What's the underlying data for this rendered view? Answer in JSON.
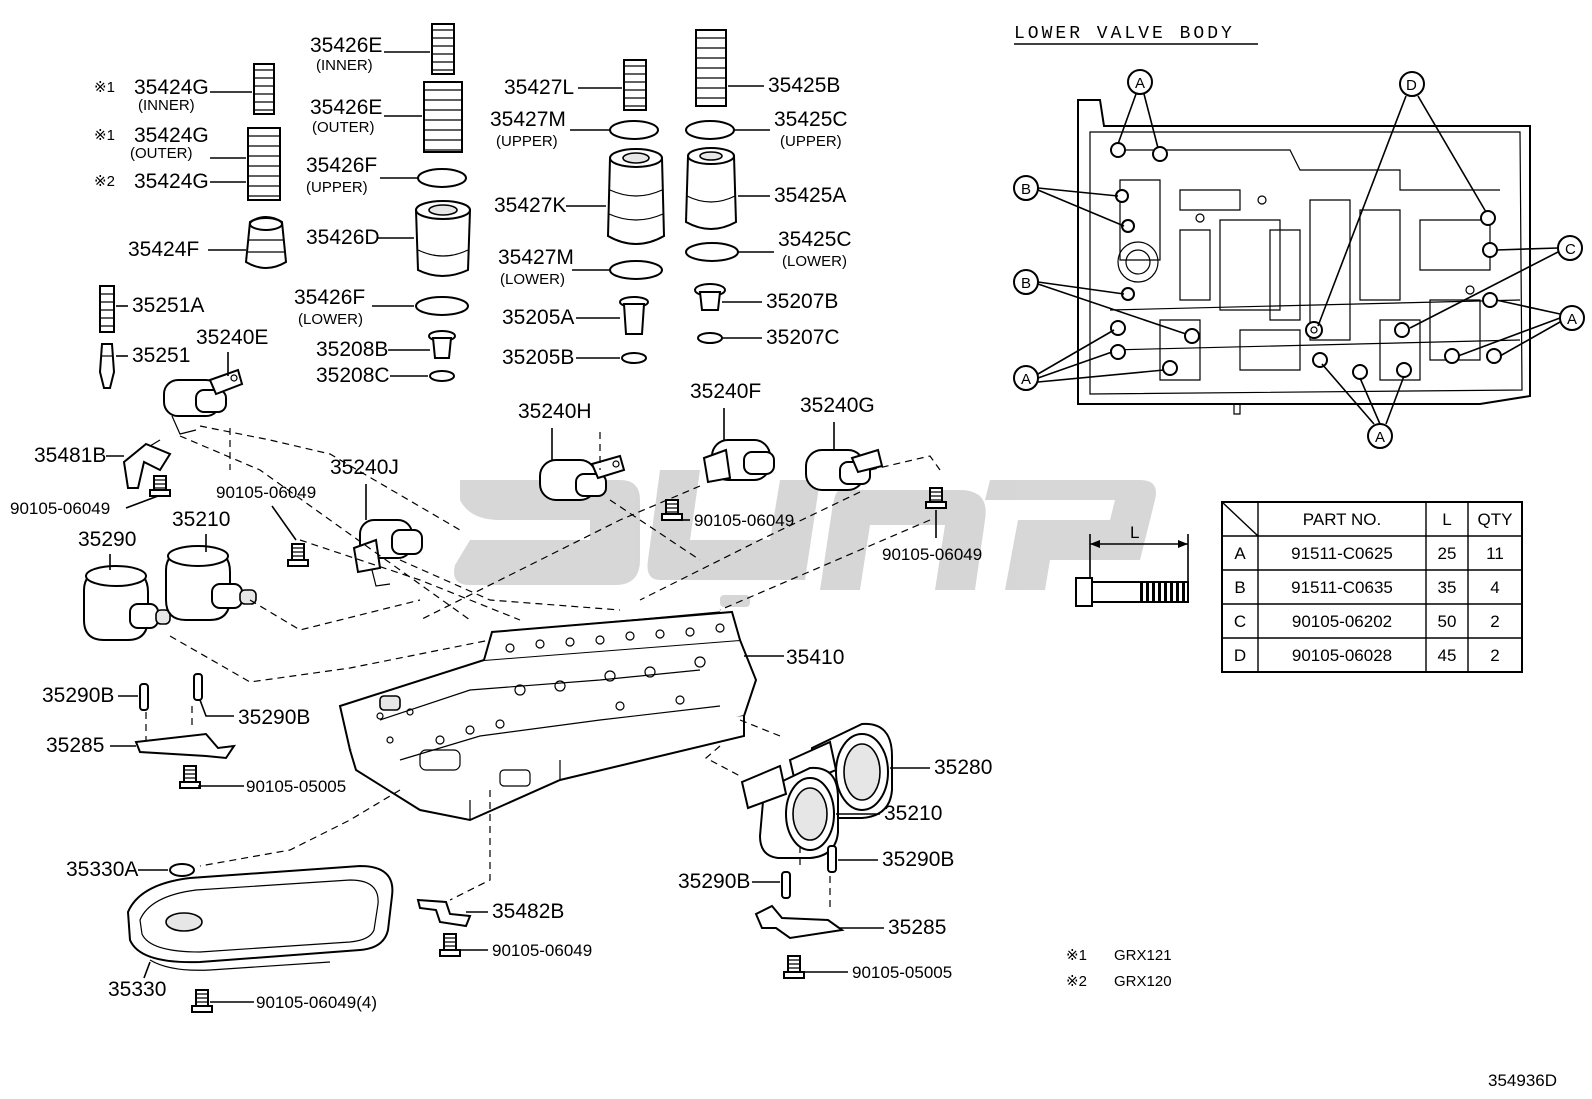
{
  "body_title": "LOWER VALVE BODY",
  "parts": {
    "p35424G_inner": {
      "code": "35424G",
      "marker": "※1",
      "note": "(INNER)"
    },
    "p35424G_outer": {
      "code": "35424G",
      "marker": "※1",
      "note": "(OUTER)"
    },
    "p35424G_2": {
      "code": "35424G",
      "marker": "※2"
    },
    "p35424F": {
      "code": "35424F"
    },
    "p35251A": {
      "code": "35251A"
    },
    "p35251": {
      "code": "35251"
    },
    "p35240E": {
      "code": "35240E"
    },
    "p35481B": {
      "code": "35481B"
    },
    "b90105_06049_a": {
      "code": "90105-06049"
    },
    "b90105_06049_b": {
      "code": "90105-06049"
    },
    "p35240J": {
      "code": "35240J"
    },
    "p35290": {
      "code": "35290"
    },
    "p35210_a": {
      "code": "35210"
    },
    "p35290B_a": {
      "code": "35290B"
    },
    "p35290B_b": {
      "code": "35290B"
    },
    "p35285_a": {
      "code": "35285"
    },
    "b90105_05005_a": {
      "code": "90105-05005"
    },
    "p35330A": {
      "code": "35330A"
    },
    "p35330": {
      "code": "35330"
    },
    "b90105_06049_4": {
      "code": "90105-06049(4)"
    },
    "p35482B": {
      "code": "35482B"
    },
    "b90105_06049_c": {
      "code": "90105-06049"
    },
    "p35426E_inner": {
      "code": "35426E",
      "note": "(INNER)"
    },
    "p35426E_outer": {
      "code": "35426E",
      "note": "(OUTER)"
    },
    "p35426F_upper": {
      "code": "35426F",
      "note": "(UPPER)"
    },
    "p35426D": {
      "code": "35426D"
    },
    "p35426F_lower": {
      "code": "35426F",
      "note": "(LOWER)"
    },
    "p35208B": {
      "code": "35208B"
    },
    "p35208C": {
      "code": "35208C"
    },
    "p35427L": {
      "code": "35427L"
    },
    "p35427M_upper": {
      "code": "35427M",
      "note": "(UPPER)"
    },
    "p35427K": {
      "code": "35427K"
    },
    "p35427M_lower": {
      "code": "35427M",
      "note": "(LOWER)"
    },
    "p35205A": {
      "code": "35205A"
    },
    "p35205B": {
      "code": "35205B"
    },
    "p35425B": {
      "code": "35425B"
    },
    "p35425C_upper": {
      "code": "35425C",
      "note": "(UPPER)"
    },
    "p35425A": {
      "code": "35425A"
    },
    "p35425C_lower": {
      "code": "35425C",
      "note": "(LOWER)"
    },
    "p35207B": {
      "code": "35207B"
    },
    "p35207C": {
      "code": "35207C"
    },
    "p35240H": {
      "code": "35240H"
    },
    "p35240F": {
      "code": "35240F"
    },
    "p35240G": {
      "code": "35240G"
    },
    "b90105_06049_d": {
      "code": "90105-06049"
    },
    "b90105_06049_e": {
      "code": "90105-06049"
    },
    "p35410": {
      "code": "35410"
    },
    "p35280": {
      "code": "35280"
    },
    "p35210_b": {
      "code": "35210"
    },
    "p35290B_c": {
      "code": "35290B"
    },
    "p35290B_d": {
      "code": "35290B"
    },
    "p35285_b": {
      "code": "35285"
    },
    "b90105_05005_b": {
      "code": "90105-05005"
    }
  },
  "callouts": [
    "A",
    "B",
    "C",
    "D"
  ],
  "dimension_label": "L",
  "bolt_table": {
    "headers": [
      "",
      "PART NO.",
      "L",
      "QTY"
    ],
    "rows": [
      [
        "A",
        "91511-C0625",
        "25",
        "11"
      ],
      [
        "B",
        "91511-C0635",
        "35",
        "4"
      ],
      [
        "C",
        "90105-06202",
        "50",
        "2"
      ],
      [
        "D",
        "90105-06028",
        "45",
        "2"
      ]
    ]
  },
  "footnotes": [
    {
      "marker": "※1",
      "text": "GRX121"
    },
    {
      "marker": "※2",
      "text": "GRX120"
    }
  ],
  "diagram_id": "354936D"
}
